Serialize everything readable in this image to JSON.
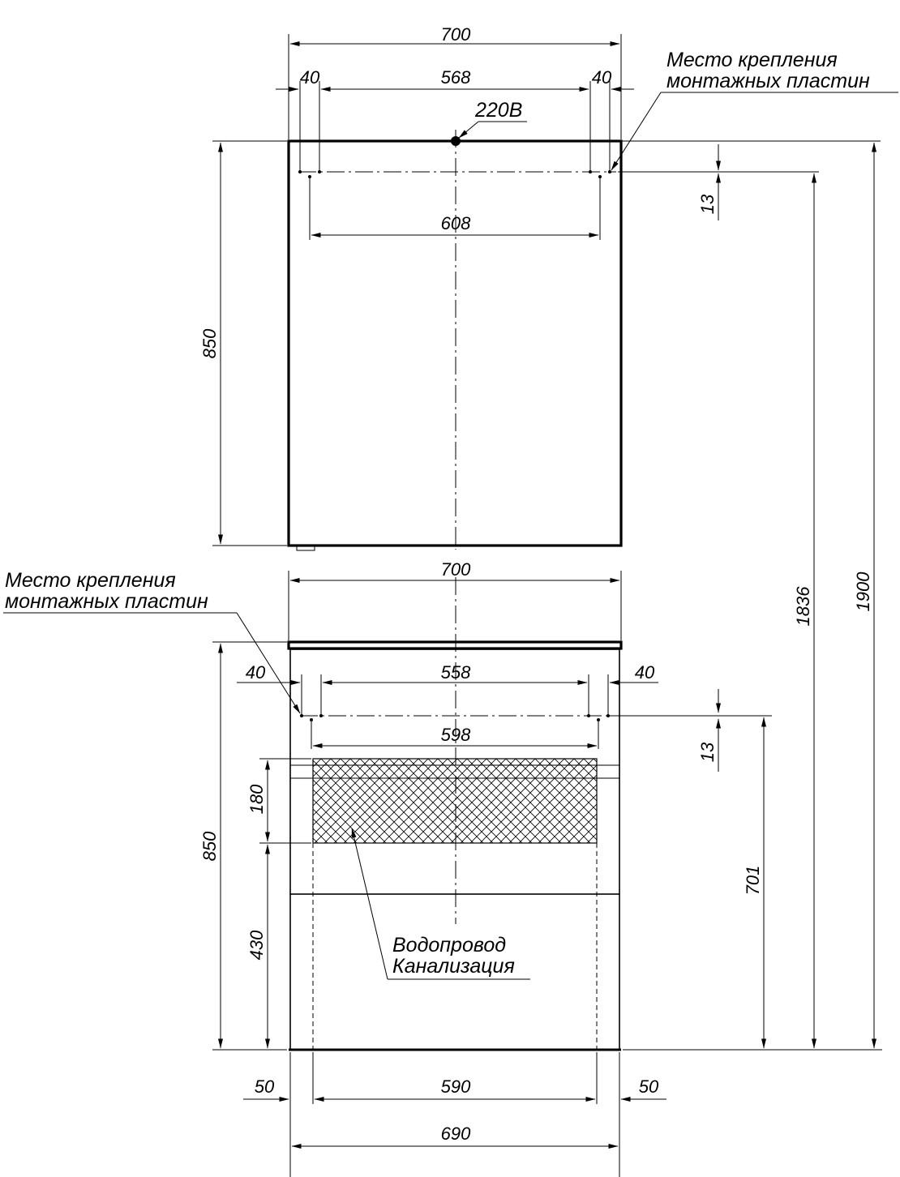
{
  "mirror_cabinet": {
    "width_overall": "700",
    "plate_offset_left": "40",
    "plate_spacing": "568",
    "plate_offset_right": "40",
    "socket_label": "220В",
    "plate_span": "608",
    "plate_depth_from_top": "13",
    "height": "850",
    "note_line1": "Место крепления",
    "note_line2": "монтажных пластин"
  },
  "vanity": {
    "width_overall": "700",
    "plate_offset_left": "40",
    "plate_spacing": "558",
    "plate_offset_right": "40",
    "plate_span": "598",
    "plate_depth_from_top": "13",
    "height": "850",
    "utility_zone_height": "180",
    "utility_zone_from_floor": "430",
    "plate_height_from_floor": "701",
    "note_line1": "Место крепления",
    "note_line2": "монтажных пластин",
    "utility_note_line1": "Водопровод",
    "utility_note_line2": "Канализация",
    "leg_offset_left": "50",
    "leg_spacing": "590",
    "leg_offset_right": "50",
    "base_width": "690"
  },
  "overall": {
    "mirror_plate_height": "1836",
    "total_height": "1900"
  }
}
